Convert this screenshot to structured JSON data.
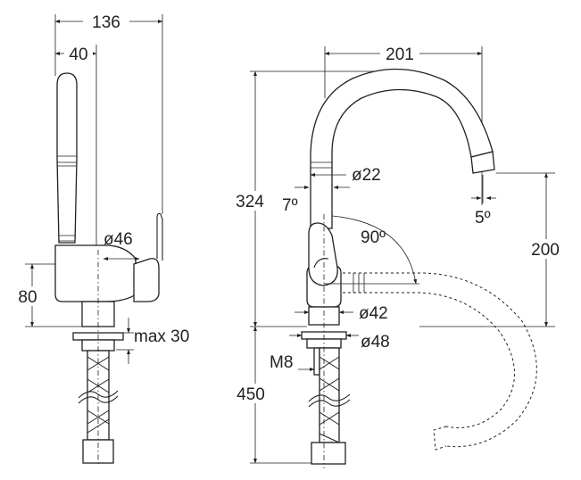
{
  "dimensions": {
    "side_width": "136",
    "side_lever_offset": "40",
    "side_body_diameter": "ø46",
    "side_height": "80",
    "side_max_thickness": "max 30",
    "front_reach": "201",
    "front_height": "324",
    "front_angle_back": "7º",
    "front_spout_diameter": "ø22",
    "front_outlet_angle": "5º",
    "front_swivel_angle": "90º",
    "front_outlet_height": "200",
    "front_base_diameter": "ø42",
    "front_flange_diameter": "ø48",
    "front_thread": "M8",
    "front_hose_length": "450"
  }
}
